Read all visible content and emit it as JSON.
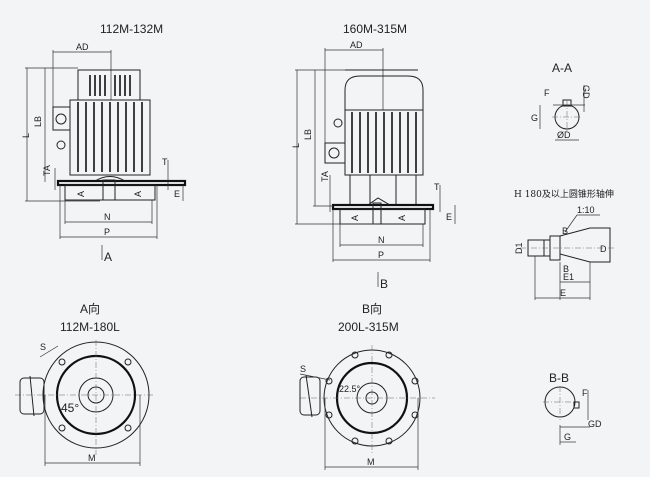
{
  "views": {
    "front_small": {
      "title": "112M-132M",
      "dims": {
        "AD": "AD",
        "L": "L",
        "LB": "LB",
        "TA": "TA",
        "T": "T",
        "E": "E",
        "N": "N",
        "P": "P",
        "section": "A",
        "arrow": "A"
      }
    },
    "front_large": {
      "title": "160M-315M",
      "dims": {
        "AD": "AD",
        "L": "L",
        "LB": "LB",
        "TA": "TA",
        "T": "T",
        "E": "E",
        "N": "N",
        "P": "P",
        "section": "A",
        "arrow": "B"
      }
    },
    "section_aa": {
      "title": "A-A",
      "dims": {
        "F": "F",
        "GD": "GD",
        "G": "G",
        "D": "ØD"
      }
    },
    "taper_shaft": {
      "title": "H 180及以上圆锥形轴伸",
      "dims": {
        "taper": "1:10",
        "B_top": "B",
        "B_bottom": "B",
        "D1": "D1",
        "D": "D",
        "E1": "E1",
        "E": "E"
      }
    },
    "view_a": {
      "title": "A向",
      "range": "112M-180L",
      "dims": {
        "S": "S",
        "angle": "45°",
        "M": "M"
      }
    },
    "view_b": {
      "title": "B向",
      "range": "200L-315M",
      "dims": {
        "S": "S",
        "angle": "22.5°",
        "M": "M"
      }
    },
    "section_bb": {
      "title": "B-B",
      "dims": {
        "F": "F",
        "GD": "GD",
        "G": "G"
      }
    }
  }
}
